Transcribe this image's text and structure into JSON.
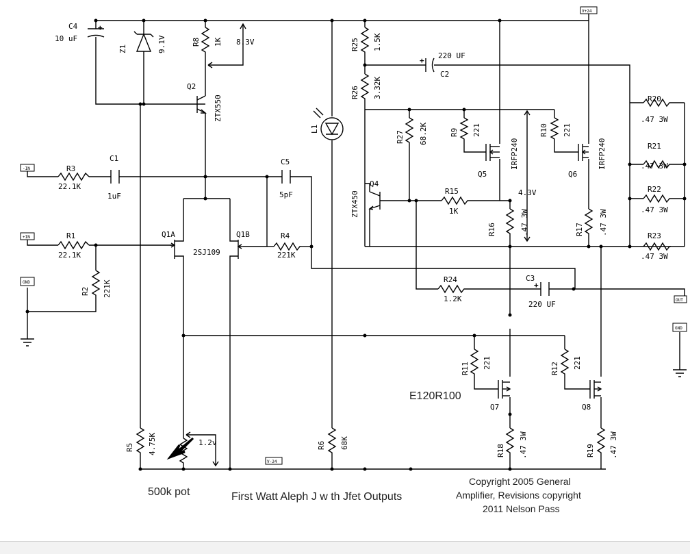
{
  "components": {
    "C4": {
      "name": "C4",
      "value": "10 uF"
    },
    "Z1": {
      "name": "Z1",
      "value": "9.1V"
    },
    "R8": {
      "name": "R8",
      "value": "1K"
    },
    "V83": {
      "value": "8.3V"
    },
    "Q2": {
      "name": "Q2",
      "value": "ZTX550"
    },
    "R25": {
      "name": "R25",
      "value": "1.5K"
    },
    "R26": {
      "name": "R26",
      "value": "3.32K"
    },
    "C2": {
      "name": "C2",
      "value": "220 UF"
    },
    "L1": {
      "name": "L1"
    },
    "R20": {
      "name": "R20",
      "value": ".47 3W"
    },
    "R21": {
      "name": "R21",
      "value": ".47 3W"
    },
    "R22": {
      "name": "R22",
      "value": ".47 3W"
    },
    "R23": {
      "name": "R23",
      "value": ".47 3W"
    },
    "R27": {
      "name": "R27",
      "value": "68.2K"
    },
    "R9": {
      "name": "R9",
      "value": "221"
    },
    "R10": {
      "name": "R10",
      "value": "221"
    },
    "Q5": {
      "name": "Q5",
      "value": "IRFP240"
    },
    "Q6": {
      "name": "Q6",
      "value": "IRFP240"
    },
    "V43": {
      "value": "4.3V"
    },
    "R3": {
      "name": "R3",
      "value": "22.1K"
    },
    "C1": {
      "name": "C1",
      "value": "1uF"
    },
    "C5": {
      "name": "C5",
      "value": "5pF"
    },
    "Q4": {
      "name": "Q4",
      "value": "ZTX450"
    },
    "R15": {
      "name": "R15",
      "value": "1K"
    },
    "R16": {
      "name": "R16",
      "value": ".47 3W"
    },
    "R17": {
      "name": "R17",
      "value": ".47 3W"
    },
    "R1": {
      "name": "R1",
      "value": "22.1K"
    },
    "Q1A": {
      "name": "Q1A"
    },
    "Q1B": {
      "name": "Q1B"
    },
    "Q1": {
      "value": "2SJ109"
    },
    "R4": {
      "name": "R4",
      "value": "221K"
    },
    "R2": {
      "name": "R2",
      "value": "221K"
    },
    "R24": {
      "name": "R24",
      "value": "1.2K"
    },
    "C3": {
      "name": "C3",
      "value": "220 UF"
    },
    "R11": {
      "name": "R11",
      "value": "221"
    },
    "R12": {
      "name": "R12",
      "value": "221"
    },
    "Q7": {
      "name": "Q7"
    },
    "Q8": {
      "name": "Q8"
    },
    "R5": {
      "name": "R5",
      "value": "4.75K"
    },
    "V12": {
      "value": "1.2v"
    },
    "R6": {
      "name": "R6",
      "value": "68K"
    },
    "R18": {
      "name": "R18",
      "value": ".47 3W"
    },
    "R19": {
      "name": "R19",
      "value": ".47 3W"
    }
  },
  "terminals": {
    "vplus": "V+24",
    "vminus": "V-24",
    "in_minus": "-IN",
    "in_plus": "+IN",
    "gnd_left": "GND",
    "gnd_right": "GND",
    "out": "OUT"
  },
  "labels": {
    "model_code": "E120R100",
    "pot_caption": "500k pot",
    "title": "First Watt Aleph J w th Jfet Outputs",
    "copyright_line1": "Copyright 2005 General",
    "copyright_line2": "Amplifier, Revisions copyright",
    "copyright_line3": "2011 Nelson Pass"
  }
}
